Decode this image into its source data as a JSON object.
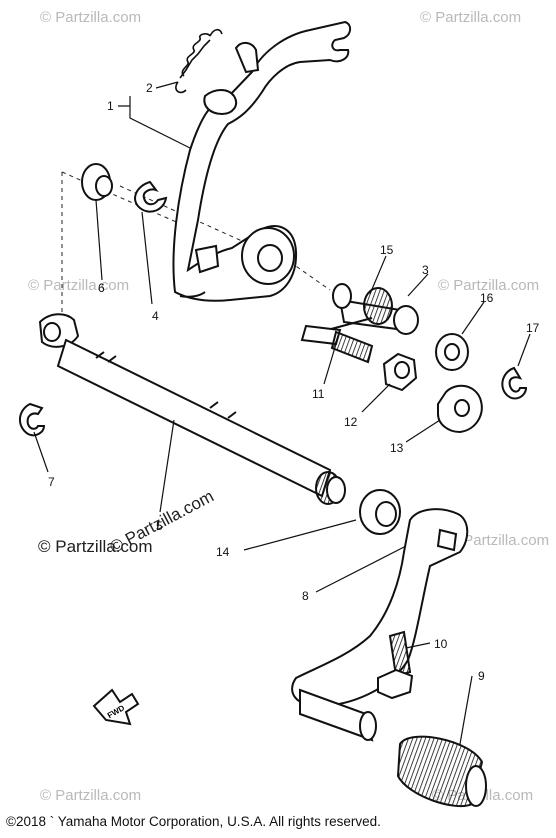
{
  "diagram": {
    "callouts": [
      "1",
      "2",
      "3",
      "4",
      "5",
      "6",
      "7",
      "8",
      "9",
      "10",
      "11",
      "12",
      "13",
      "14",
      "15",
      "16",
      "17"
    ],
    "fwd_arrow_label": "FWD",
    "watermark": "© Partzilla.com",
    "copyright": "©2018 ` Yamaha Motor Corporation, U.S.A. All rights reserved."
  }
}
